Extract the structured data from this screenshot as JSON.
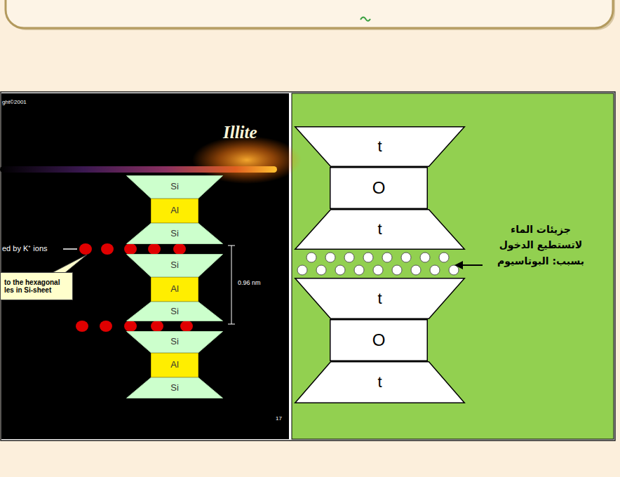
{
  "diagram": {
    "nodes": [
      {
        "text": [
          "Si"
        ]
      },
      {
        "text": [
          "Al"
        ]
      },
      {
        "text": [
          "Si"
        ]
      },
      {
        "text": [
          "Si"
        ]
      },
      {
        "text": [
          "Al"
        ]
      },
      {
        "text": [
          "Si"
        ]
      },
      {
        "text": [
          "Si"
        ]
      },
      {
        "text": [
          "Al"
        ]
      },
      {
        "text": [
          "Si"
        ]
      },
      {
        "text": [
          "to the hexagonal les in Si-sheet"
        ]
      },
      {
        "text": [
          "t"
        ]
      },
      {
        "text": [
          "O"
        ]
      },
      {
        "text": [
          "t"
        ]
      },
      {
        "text": [
          "t"
        ]
      },
      {
        "text": [
          "O"
        ]
      },
      {
        "text": [
          "t"
        ]
      }
    ],
    "labels": [
      "ght©2001",
      "Illite",
      "ed by K⁺ ions",
      "0.96 nm",
      "17",
      "جزيئات الماء لاتستطيع الدخول بسبب: البوتاسيوم"
    ]
  }
}
